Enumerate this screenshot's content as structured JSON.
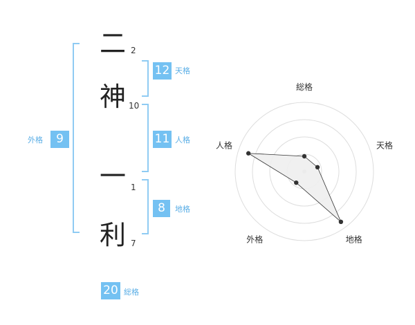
{
  "name": {
    "chars": [
      {
        "char": "二",
        "strokes": "2"
      },
      {
        "char": "神",
        "strokes": "10"
      },
      {
        "char": "一",
        "strokes": "1"
      },
      {
        "char": "利",
        "strokes": "7"
      }
    ]
  },
  "fortunes": {
    "tenkaku": {
      "value": "12",
      "label": "天格"
    },
    "jinkaku": {
      "value": "11",
      "label": "人格"
    },
    "chikaku": {
      "value": "8",
      "label": "地格"
    },
    "gaikaku": {
      "value": "9",
      "label": "外格"
    },
    "soukaku": {
      "value": "20",
      "label": "総格"
    }
  },
  "radar": {
    "axes": [
      "総格",
      "天格",
      "地格",
      "外格",
      "人格"
    ],
    "scores": [
      0.22,
      0.2,
      0.9,
      0.2,
      0.85
    ],
    "max": 1
  }
}
